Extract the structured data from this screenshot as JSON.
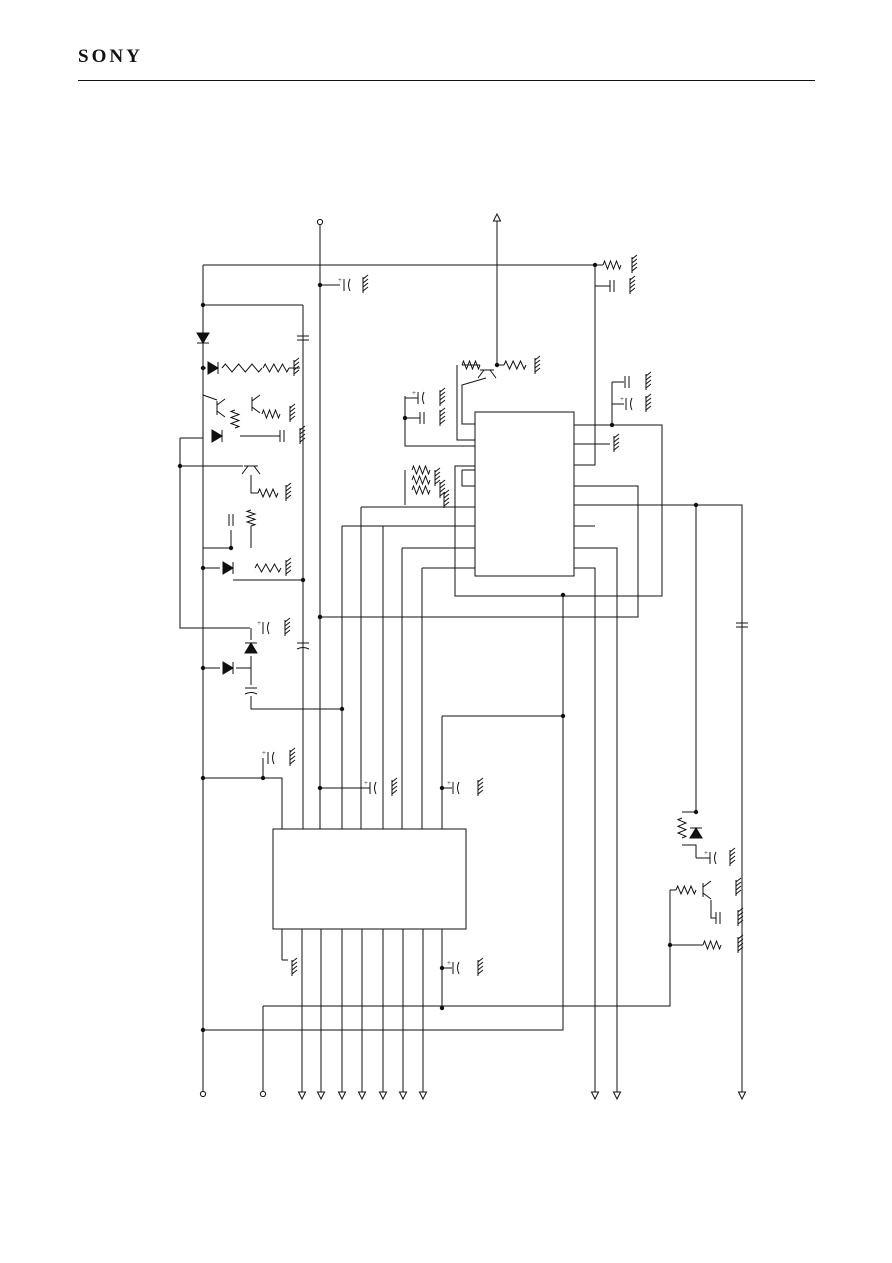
{
  "header": {
    "brand": "SONY"
  },
  "colors": {
    "ink": "#111111",
    "paper": "#ffffff"
  },
  "diagram": {
    "kind": "circuit-schematic",
    "components": [
      "ic-main",
      "ic-sub",
      "transistor",
      "diode",
      "resistor",
      "capacitor",
      "electrolytic-capacitor",
      "ground",
      "terminal"
    ]
  }
}
